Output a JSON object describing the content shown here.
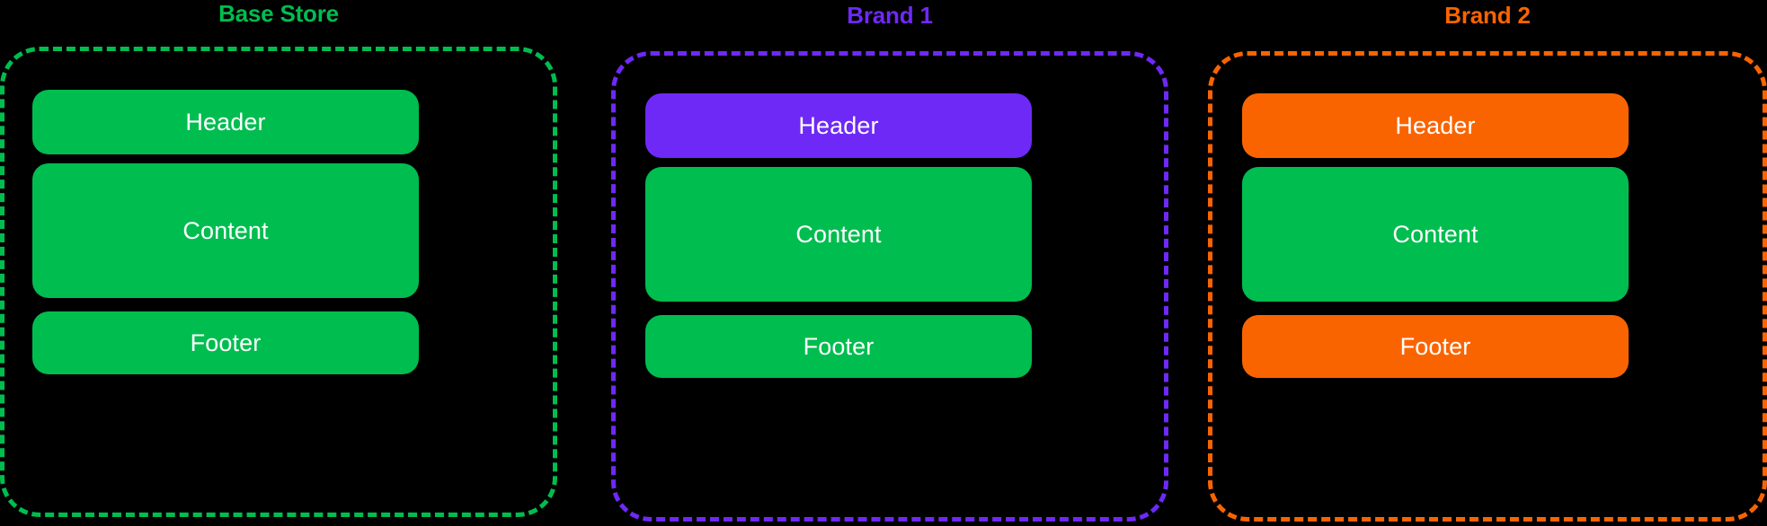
{
  "background": "#000000",
  "palette": {
    "green": "#00BD4F",
    "purple": "#6E29F7",
    "orange": "#FA6400",
    "text_on_block": "#FFFFFF",
    "background": "#000000"
  },
  "columns": [
    {
      "id": "base-store",
      "title": "Base Store",
      "title_color": "#00BD4F",
      "border_color": "#00BD4F",
      "border_style": "dashed",
      "blocks": [
        {
          "label": "Header",
          "color": "#00BD4F",
          "text_color": "#FFFFFF"
        },
        {
          "label": "Content",
          "color": "#00BD4F",
          "text_color": "#FFFFFF"
        },
        {
          "label": "Footer",
          "color": "#00BD4F",
          "text_color": "#FFFFFF"
        }
      ]
    },
    {
      "id": "brand-1",
      "title": "Brand 1",
      "title_color": "#6E29F7",
      "border_color": "#6E29F7",
      "border_style": "dashed",
      "blocks": [
        {
          "label": "Header",
          "color": "#6E29F7",
          "text_color": "#FFFFFF"
        },
        {
          "label": "Content",
          "color": "#00BD4F",
          "text_color": "#FFFFFF"
        },
        {
          "label": "Footer",
          "color": "#00BD4F",
          "text_color": "#FFFFFF"
        }
      ]
    },
    {
      "id": "brand-2",
      "title": "Brand 2",
      "title_color": "#FA6400",
      "border_color": "#FA6400",
      "border_style": "dashed",
      "blocks": [
        {
          "label": "Header",
          "color": "#FA6400",
          "text_color": "#FFFFFF"
        },
        {
          "label": "Content",
          "color": "#00BD4F",
          "text_color": "#FFFFFF"
        },
        {
          "label": "Footer",
          "color": "#FA6400",
          "text_color": "#FFFFFF"
        }
      ]
    }
  ]
}
